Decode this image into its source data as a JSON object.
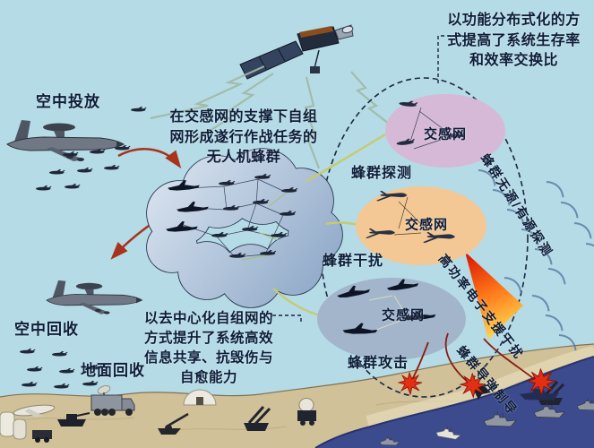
{
  "notes": {
    "top_right": "以功能分布式化的方\n式提高了系统生存率\n和效率交换比",
    "center": "在交感网的支撑下自组\n网形成遂行作战任务的\n无人机蜂群",
    "bottom": "以去中心化自组网的\n方式提升了系统高效\n信息共享、抗毁伤与\n自愈能力"
  },
  "labels": {
    "air_deploy": "空中投放",
    "air_recover": "空中回收",
    "ground_recover": "地面回收",
    "swarm_detect": "蜂群探测",
    "swarm_jam": "蜂群干扰",
    "swarm_attack": "蜂群攻击",
    "sensing_net": "交感网",
    "passive_active_detect": "蜂群无源/有源探测",
    "high_power_jam": "高功率电子支援干扰",
    "missile_guidance": "蜂群导弹制导"
  },
  "colors": {
    "sky": "#b5dbe6",
    "ground": "#d1c199",
    "sea": "#3c4a8e",
    "cloud_light": "#d6e1ee",
    "cloud_dark": "#8fa9c8",
    "ellipse_detect": "#d6b9d6",
    "ellipse_jam": "#f3c895",
    "ellipse_attack": "#a2b5cb",
    "text": "#0e1d38",
    "arrow_red": "#a7331d",
    "link_yellow": "#c6cb6d",
    "lightning": "#9fb9a4",
    "radar_arc": "#5b7fa6",
    "beam_red": "#d90f00",
    "beam_yellow": "#ffd34d",
    "explosion": "#e33014"
  }
}
